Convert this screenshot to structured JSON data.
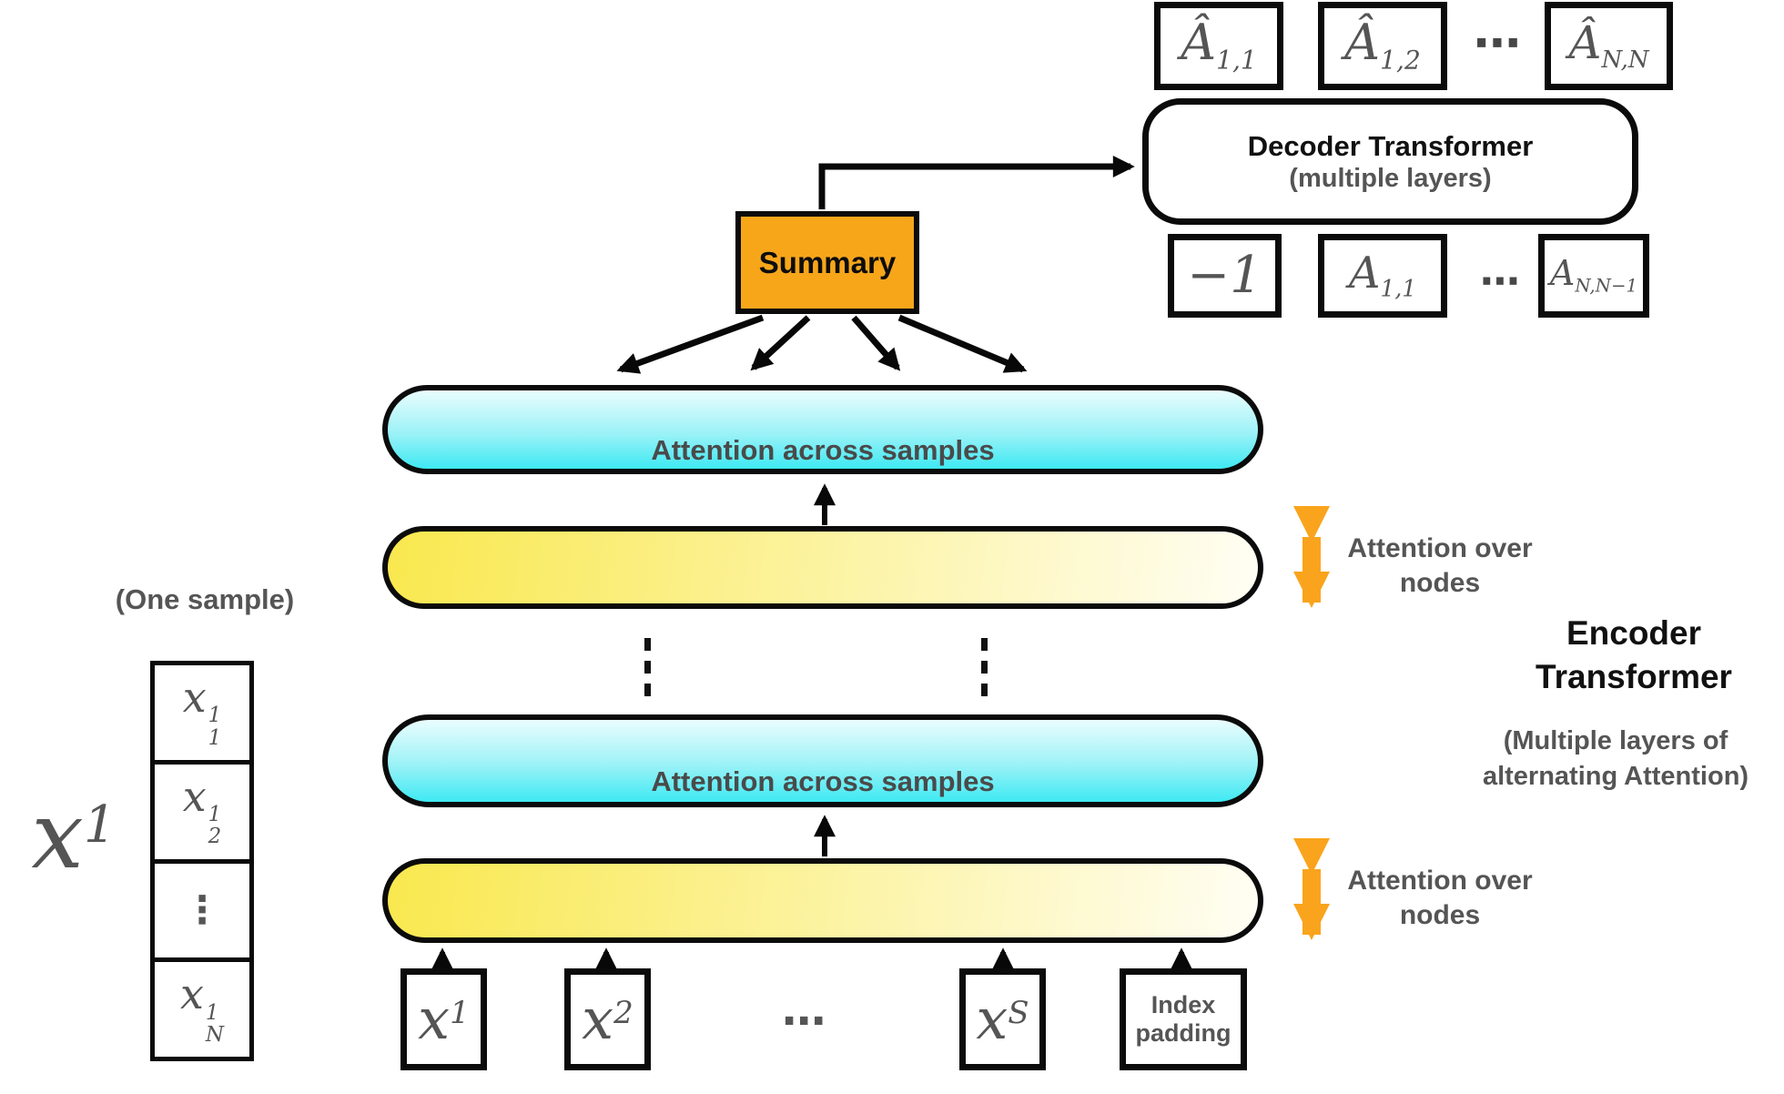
{
  "colors": {
    "orange": "#F7A61A",
    "orange_arrow": "#F9A41C",
    "cyan_top": "#EAFDFE",
    "cyan_bottom": "#3EE9F3",
    "yellow_left": "#F9E84E",
    "yellow_right": "#FFFEF4",
    "text_gray": "#555555",
    "black": "#0B0B0B"
  },
  "top_right": {
    "ahat_boxes": [
      {
        "base": "Â",
        "sub": "1,1"
      },
      {
        "base": "Â",
        "sub": "1,2"
      },
      {
        "base": "Â",
        "sub": "N,N"
      }
    ],
    "ahat_dots": "⋯",
    "decoder": {
      "title": "Decoder Transformer",
      "subtitle": "(multiple layers)"
    },
    "a_boxes": [
      {
        "base": "−1",
        "sub": ""
      },
      {
        "base": "A",
        "sub": "1,1"
      },
      {
        "base": "A",
        "sub": "N,N−1"
      }
    ],
    "a_dots": "⋯"
  },
  "summary": {
    "label": "Summary"
  },
  "encoder": {
    "attention_across_label": "Attention across samples",
    "attention_over_line1": "Attention over",
    "attention_over_line2": "nodes",
    "title_line1": "Encoder",
    "title_line2": "Transformer",
    "subtitle_line1": "(Multiple layers of",
    "subtitle_line2": "alternating Attention)"
  },
  "one_sample": {
    "caption": "(One sample)",
    "vector_label": {
      "base": "x",
      "sup": "1"
    },
    "cells": [
      {
        "base": "x",
        "sup": "1",
        "sub": "1"
      },
      {
        "base": "x",
        "sup": "1",
        "sub": "2"
      },
      {
        "dots": "⋮"
      },
      {
        "base": "x",
        "sup": "1",
        "sub": "N"
      }
    ]
  },
  "inputs": {
    "boxes": [
      {
        "base": "x",
        "sup": "1"
      },
      {
        "base": "x",
        "sup": "2"
      },
      {
        "base": "x",
        "sup": "S"
      }
    ],
    "dots": "⋯",
    "index_padding_line1": "Index",
    "index_padding_line2": "padding"
  }
}
